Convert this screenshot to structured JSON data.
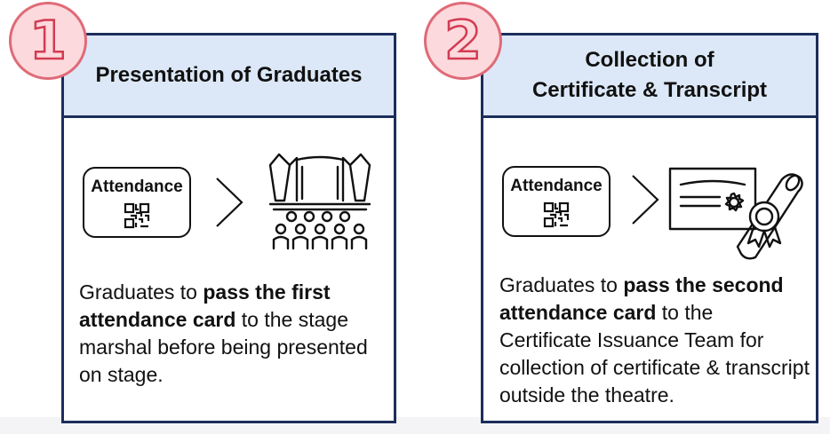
{
  "steps": [
    {
      "number": "1",
      "title_lines": [
        "Presentation of Graduates"
      ],
      "card_label": "Attendance",
      "desc_pre": "Graduates to ",
      "desc_bold": "pass the first attendance card",
      "desc_post": " to the stage marshal before being presented on stage.",
      "icons": [
        "attendance-card-icon",
        "qr-code-icon",
        "chevron-right-icon",
        "stage-audience-icon"
      ]
    },
    {
      "number": "2",
      "title_lines": [
        "Collection of",
        "Certificate & Transcript"
      ],
      "card_label": "Attendance",
      "desc_pre": "Graduates to ",
      "desc_bold": "pass the second attendance card",
      "desc_post": " to the Certificate Issuance Team for collection of certificate & transcript outside the theatre.",
      "icons": [
        "attendance-card-icon",
        "qr-code-icon",
        "chevron-right-icon",
        "certificate-diploma-icon"
      ]
    }
  ],
  "colors": {
    "panel_border": "#1d2d5c",
    "header_bg": "#dce8f7",
    "badge_fill": "#fcd9dc",
    "badge_stroke": "#d23b52"
  }
}
